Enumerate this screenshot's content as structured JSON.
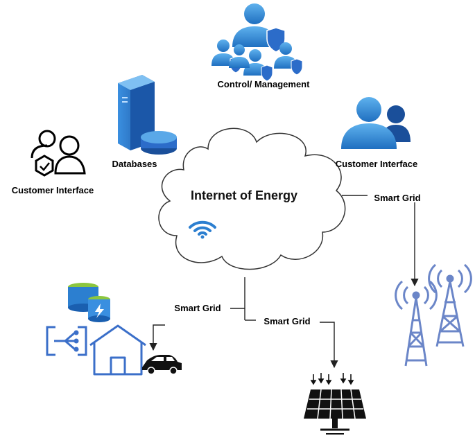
{
  "cloud": {
    "title": "Internet of Energy"
  },
  "nodes": {
    "control": {
      "label": "Control/ Management"
    },
    "databases": {
      "label": "Databases"
    },
    "customer_left": {
      "label": "Customer Interface"
    },
    "customer_right": {
      "label": "Customer Interface"
    }
  },
  "connections": [
    {
      "label": "Smart Grid",
      "target": "telecom-towers"
    },
    {
      "label": "Smart Grid",
      "target": "electric-car"
    },
    {
      "label": "Smart Grid",
      "target": "solar-panel"
    }
  ],
  "colors": {
    "primary_blue": "#2c7fd0",
    "light_blue": "#5aa8e8",
    "dark_blue": "#1a4f9a",
    "outline_blue": "#3b6fc9",
    "tower_blue": "#6b86c8",
    "db_green": "#8cc63f",
    "line": "#222222"
  }
}
